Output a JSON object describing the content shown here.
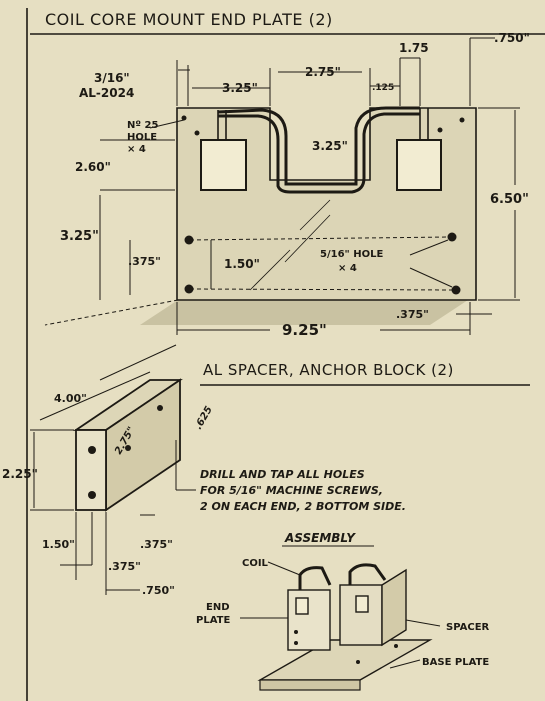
{
  "drawing": {
    "end_plate": {
      "title": "COIL CORE MOUNT END PLATE (2)",
      "material_thickness": "3/16\"",
      "material_alloy": "AL-2024",
      "hole_label_1": "Nº 25",
      "hole_label_2": "HOLE",
      "hole_label_3": "× 4",
      "dim_top_750": ".750\"",
      "dim_175": "1.75",
      "dim_275": "2.75\"",
      "dim_325_left": "3.25\"",
      "dim_125": ".125",
      "dim_325_slot": "3.25\"",
      "dim_260": "2.60\"",
      "dim_325_side": "3.25\"",
      "dim_375_left": ".375\"",
      "dim_150": "1.50\"",
      "hole_516_1": "5/16\" HOLE",
      "hole_516_2": "× 4",
      "dim_650": "6.50\"",
      "dim_375_bottom": ".375\"",
      "dim_925": "9.25\""
    },
    "spacer": {
      "title": "AL SPACER, ANCHOR BLOCK (2)",
      "dim_400": "4.00\"",
      "dim_225": "2.25\"",
      "dim_275_side": "2.75\"",
      "dim_625": ".625",
      "note_line_1": "DRILL AND TAP ALL HOLES",
      "note_line_2": "FOR 5/16\" MACHINE SCREWS,",
      "note_line_3": "2 ON EACH END, 2 BOTTOM SIDE.",
      "dim_150": "1.50\"",
      "dim_375_a": ".375\"",
      "dim_375_b": ".375\"",
      "dim_750": ".750\""
    },
    "assembly": {
      "title": "ASSEMBLY",
      "coil": "COIL",
      "end_plate_1": "END",
      "end_plate_2": "PLATE",
      "spacer": "SPACER",
      "base_plate": "BASE PLATE"
    }
  }
}
